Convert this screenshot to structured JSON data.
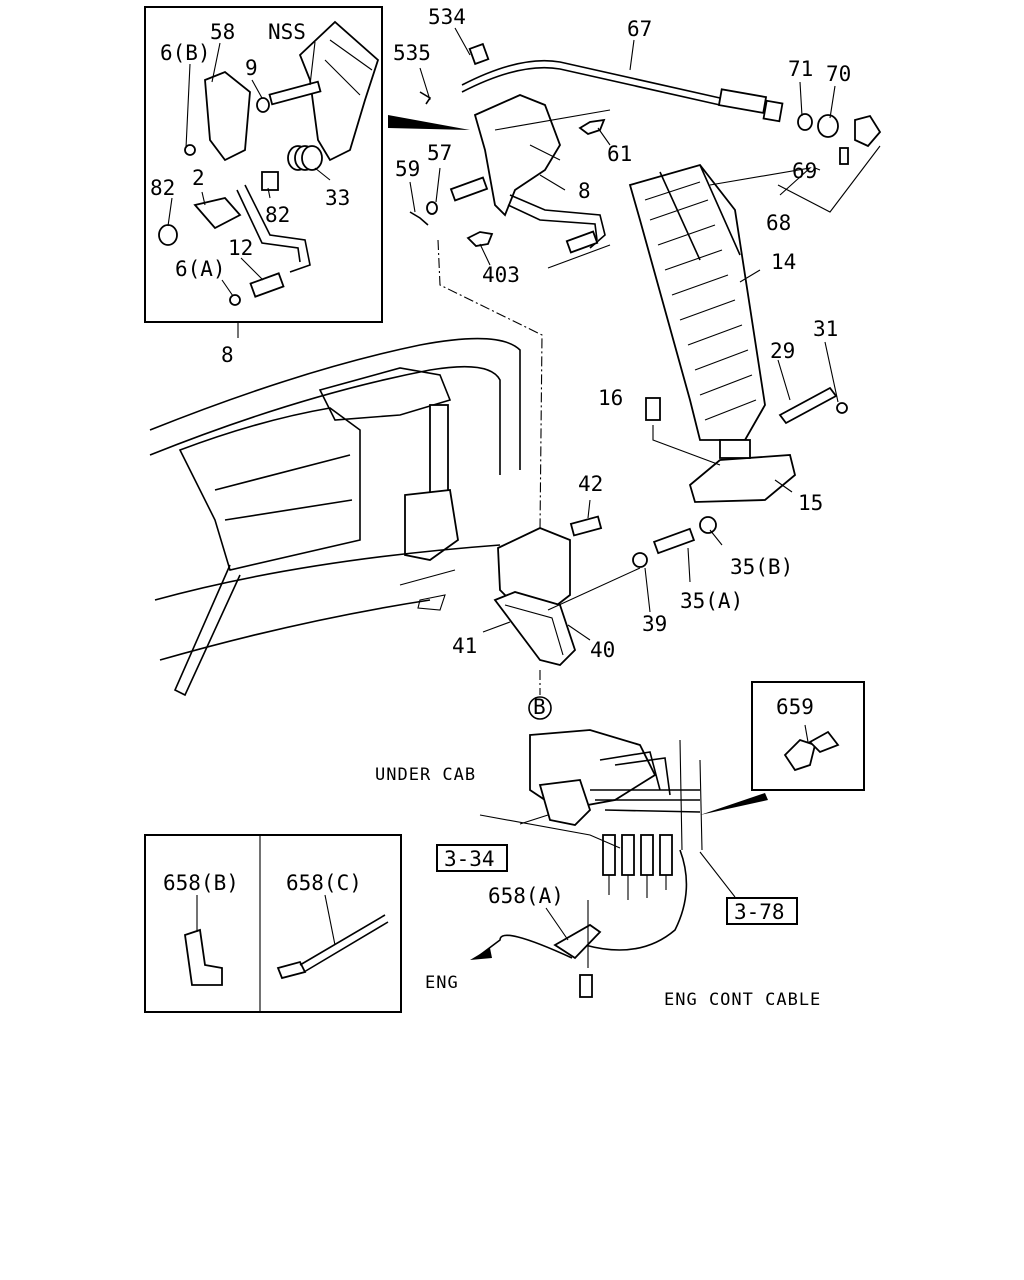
{
  "labels": {
    "p58": "58",
    "pNSS": "NSS",
    "p6B": "6(B)",
    "p9": "9",
    "p2": "2",
    "p82a": "82",
    "p82b": "82",
    "p33": "33",
    "p12": "12",
    "p6A": "6(A)",
    "p8inset": "8",
    "p534": "534",
    "p535": "535",
    "p67": "67",
    "p71": "71",
    "p70": "70",
    "p61": "61",
    "p57": "57",
    "p59": "59",
    "p8": "8",
    "p403": "403",
    "p69": "69",
    "p68": "68",
    "p14": "14",
    "p31": "31",
    "p29": "29",
    "p16": "16",
    "p15": "15",
    "p42": "42",
    "p35B": "35(B)",
    "p35A": "35(A)",
    "p39": "39",
    "p41": "41",
    "p40": "40",
    "pB": "B",
    "p659": "659",
    "under_cab": "UNDER CAB",
    "ref334": "3-34",
    "ref378": "3-78",
    "p658A": "658(A)",
    "p658B": "658(B)",
    "p658C": "658(C)",
    "eng": "ENG",
    "eng_cont_cable": "ENG CONT CABLE"
  }
}
